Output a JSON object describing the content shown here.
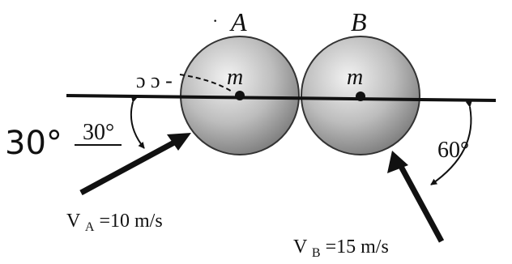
{
  "diagram": {
    "ball_a": {
      "name": "A",
      "mass_label": "m"
    },
    "ball_b": {
      "name": "B",
      "mass_label": "m"
    },
    "angle_a_printed": "30°",
    "angle_a_handwritten": "30°",
    "angle_b": "60°",
    "velocity_a": {
      "label_main": "V",
      "subscript": "A",
      "label_value": "=10 m/s"
    },
    "velocity_b": {
      "label_main": "V",
      "subscript": "B",
      "label_value": "=15 m/s"
    },
    "scribble_text": "ɔ ɔ -"
  }
}
